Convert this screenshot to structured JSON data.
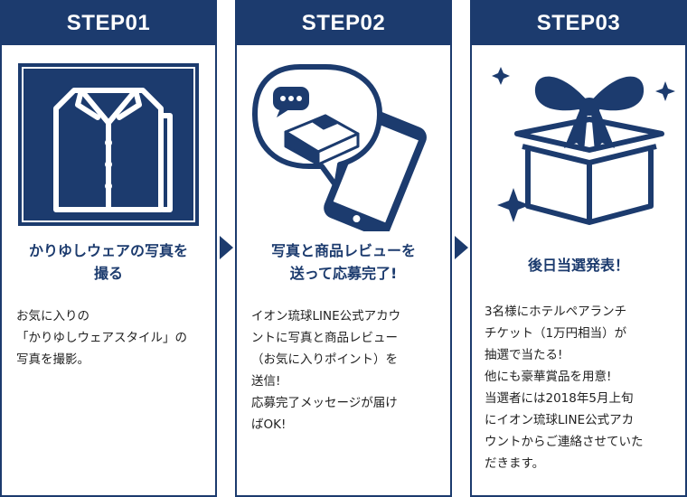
{
  "steps": [
    {
      "label": "STEP01",
      "title": "かりゆしウェアの写真を\n撮る",
      "body": "お気に入りの\n「かりゆしウェアスタイル」の\n写真を撮影。"
    },
    {
      "label": "STEP02",
      "title": "写真と商品レビューを\n送って応募完了!",
      "body": "イオン琉球LINE公式アカウ\nントに写真と商品レビュー\n（お気に入りポイント）を\n送信!\n応募完了メッセージが届け\nばOK!"
    },
    {
      "label": "STEP03",
      "title": "後日当選発表！",
      "body": "3名様にホテルペアランチ\nチケット（1万円相当）が\n抽選で当たる!\n他にも豪華賞品を用意!\n当選者には2018年5月上旬\nにイオン琉球LINE公式アカ\nウントからご連絡させていた\nだきます。"
    }
  ],
  "icons": [
    "shirt-icon",
    "smartphone-chat-icon",
    "gift-box-icon"
  ],
  "colors": {
    "accent": "#1c3b6e",
    "text": "#222222",
    "background": "#ffffff"
  }
}
